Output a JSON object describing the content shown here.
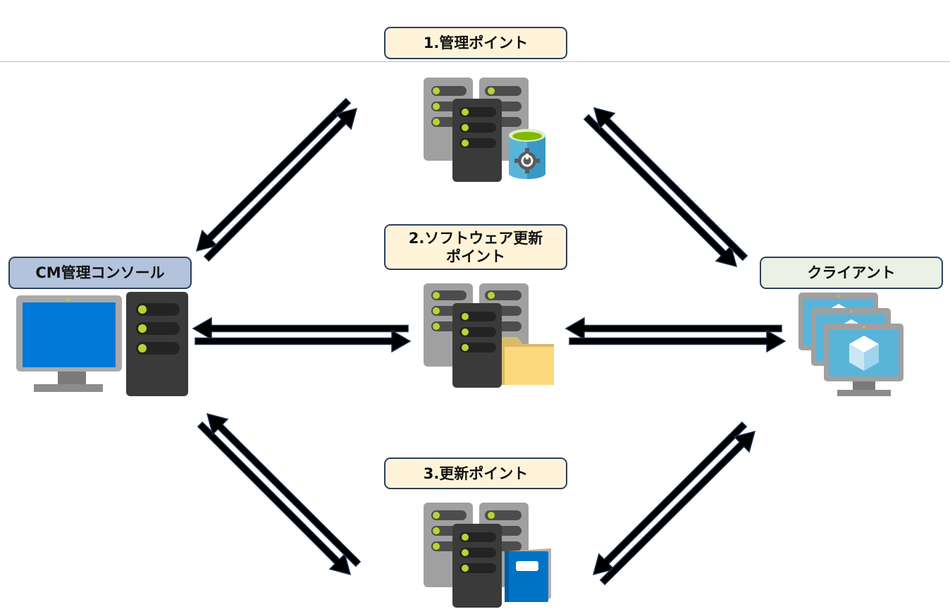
{
  "diagram": {
    "nodes": [
      {
        "id": "management-point",
        "label": "1.管理ポイント",
        "icon": "server-database-gear-icon"
      },
      {
        "id": "software-update-point",
        "label": "2.ソフトウェア更新\nポイント",
        "label_line1": "2.ソフトウェア更新",
        "label_line2": "ポイント",
        "icon": "server-folder-icon"
      },
      {
        "id": "update-point",
        "label": "3.更新ポイント",
        "icon": "server-book-icon"
      },
      {
        "id": "cm-console",
        "label": "CM管理コンソール",
        "icon": "desktop-pc-icon"
      },
      {
        "id": "client",
        "label": "クライアント",
        "icon": "virtual-machines-icon"
      }
    ],
    "edges": [
      {
        "from": "cm-console",
        "to": "management-point",
        "bidirectional": true
      },
      {
        "from": "management-point",
        "to": "client",
        "bidirectional": true
      },
      {
        "from": "cm-console",
        "to": "software-update-point",
        "bidirectional": true
      },
      {
        "from": "software-update-point",
        "to": "client",
        "bidirectional": true
      },
      {
        "from": "cm-console",
        "to": "update-point",
        "bidirectional": true
      },
      {
        "from": "update-point",
        "to": "client",
        "bidirectional": true
      }
    ]
  },
  "colors": {
    "label_cream": "#fff4d9",
    "label_blue": "#b4c3dc",
    "label_green": "#ebf1e4",
    "label_border": "#2e3f5c",
    "arrow_fill": "#000000",
    "arrow_outline": "#1f3050",
    "server_light": "#a0a0a0",
    "server_dark": "#3a3a3a",
    "led_green": "#b8d432",
    "screen_blue": "#0078d7",
    "vm_blue": "#59b4d9",
    "folder_yellow": "#fcd97d",
    "book_blue": "#0072c6"
  }
}
